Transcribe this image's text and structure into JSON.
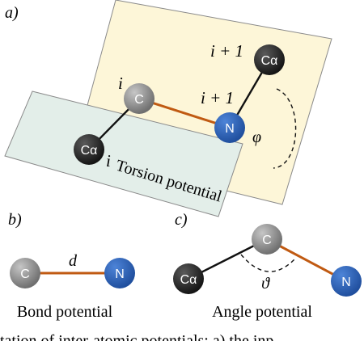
{
  "panels": {
    "a": {
      "label": "a)",
      "atom_labels": {
        "ca_left": "Cα",
        "c": "C",
        "n": "N",
        "ca_right": "Cα"
      },
      "index_labels": {
        "i_c": "i",
        "i_plus_1_n": "i + 1",
        "i_plus_1_ca": "i + 1",
        "i_ca": "i"
      },
      "angle_symbol": "φ",
      "caption": "Torsion potential"
    },
    "b": {
      "label": "b)",
      "atom_labels": {
        "c": "C",
        "n": "N"
      },
      "distance_symbol": "d",
      "caption": "Bond potential"
    },
    "c": {
      "label": "c)",
      "atom_labels": {
        "ca": "Cα",
        "c": "C",
        "n": "N"
      },
      "angle_symbol": "ϑ",
      "caption": "Angle potential"
    }
  },
  "footer_fragment": "tation of inter-atomic potentials: a) the inp",
  "colors": {
    "plane_vertical": "#fdf6d8",
    "plane_horizontal": "#e3eee9",
    "bond_backbone": "#c05a12",
    "bond_side": "#111111",
    "atom_c": "#8a8a8a",
    "atom_n": "#2e63b8",
    "atom_ca": "#262626"
  }
}
